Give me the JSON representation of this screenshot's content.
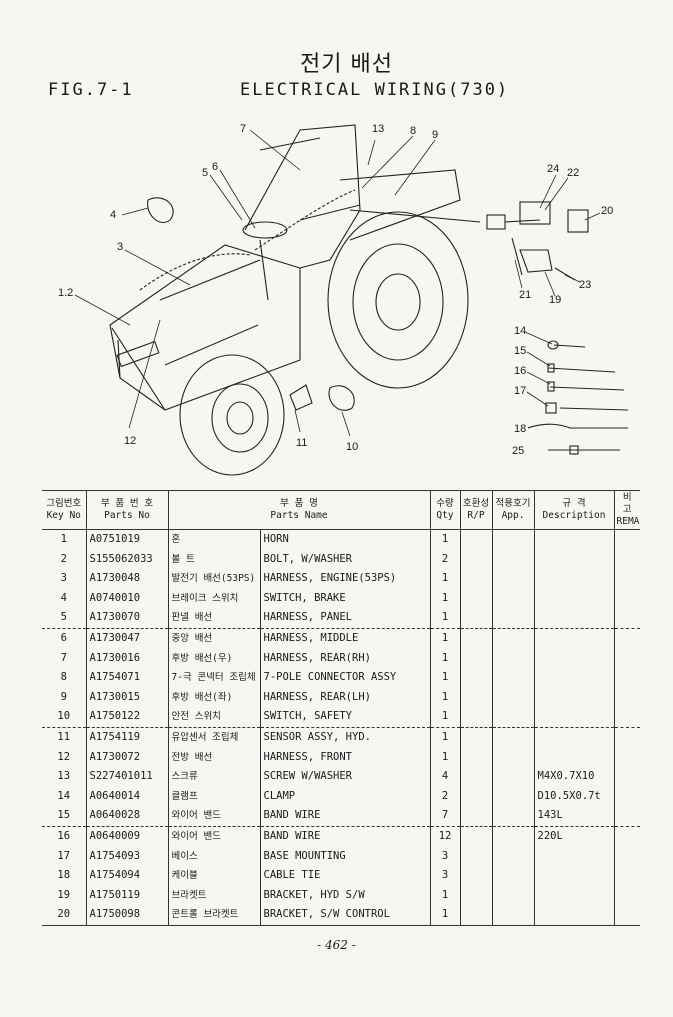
{
  "header": {
    "title_ko": "전기 배선",
    "fig": "FIG.7-1",
    "title_en": "ELECTRICAL WIRING(730)"
  },
  "diagram": {
    "callouts": [
      "7",
      "13",
      "8",
      "9",
      "5",
      "6",
      "4",
      "3",
      "24",
      "22",
      "20",
      "1.2",
      "21",
      "19",
      "23",
      "14",
      "15",
      "16",
      "17",
      "18",
      "25",
      "12",
      "11",
      "10"
    ]
  },
  "table": {
    "headers": {
      "key_no": [
        "그림번호",
        "Key No"
      ],
      "part_no": [
        "부 품 번 호",
        "Parts No"
      ],
      "part_name": [
        "부 품 명",
        "Parts Name"
      ],
      "qty": [
        "수량",
        "Qty"
      ],
      "rp": [
        "호환성",
        "R/P"
      ],
      "app": [
        "적용호기",
        "App."
      ],
      "desc": [
        "규 격",
        "Description"
      ],
      "remark": [
        "비 고",
        "REMA"
      ]
    },
    "rows": [
      {
        "key": "1",
        "part_no": "A0751019",
        "name_ko": "혼",
        "name_en": "HORN",
        "qty": "1",
        "desc": ""
      },
      {
        "key": "2",
        "part_no": "S155062033",
        "name_ko": "볼 트",
        "name_en": "BOLT, W/WASHER",
        "qty": "2",
        "desc": ""
      },
      {
        "key": "3",
        "part_no": "A1730048",
        "name_ko": "발전기 배선(53PS)",
        "name_en": "HARNESS, ENGINE(53PS)",
        "qty": "1",
        "desc": ""
      },
      {
        "key": "4",
        "part_no": "A0740010",
        "name_ko": "브레이크 스위치",
        "name_en": "SWITCH, BRAKE",
        "qty": "1",
        "desc": ""
      },
      {
        "key": "5",
        "part_no": "A1730070",
        "name_ko": "판넬 배선",
        "name_en": "HARNESS, PANEL",
        "qty": "1",
        "desc": ""
      },
      {
        "key": "6",
        "part_no": "A1730047",
        "name_ko": "중앙 배선",
        "name_en": "HARNESS, MIDDLE",
        "qty": "1",
        "desc": ""
      },
      {
        "key": "7",
        "part_no": "A1730016",
        "name_ko": "후방 배선(우)",
        "name_en": "HARNESS, REAR(RH)",
        "qty": "1",
        "desc": ""
      },
      {
        "key": "8",
        "part_no": "A1754071",
        "name_ko": "7-극 콘넥터 조립체",
        "name_en": "7-POLE CONNECTOR ASSY",
        "qty": "1",
        "desc": ""
      },
      {
        "key": "9",
        "part_no": "A1730015",
        "name_ko": "후방 배선(좌)",
        "name_en": "HARNESS, REAR(LH)",
        "qty": "1",
        "desc": ""
      },
      {
        "key": "10",
        "part_no": "A1750122",
        "name_ko": "안전 스위치",
        "name_en": "SWITCH, SAFETY",
        "qty": "1",
        "desc": ""
      },
      {
        "key": "11",
        "part_no": "A1754119",
        "name_ko": "유압센서 조립체",
        "name_en": "SENSOR ASSY, HYD.",
        "qty": "1",
        "desc": ""
      },
      {
        "key": "12",
        "part_no": "A1730072",
        "name_ko": "전방 배선",
        "name_en": "HARNESS, FRONT",
        "qty": "1",
        "desc": ""
      },
      {
        "key": "13",
        "part_no": "S227401011",
        "name_ko": "스크류",
        "name_en": "SCREW W/WASHER",
        "qty": "4",
        "desc": "M4X0.7X10"
      },
      {
        "key": "14",
        "part_no": "A0640014",
        "name_ko": "클램프",
        "name_en": "CLAMP",
        "qty": "2",
        "desc": "D10.5X0.7t"
      },
      {
        "key": "15",
        "part_no": "A0640028",
        "name_ko": "와이어 밴드",
        "name_en": "BAND WIRE",
        "qty": "7",
        "desc": "143L"
      },
      {
        "key": "16",
        "part_no": "A0640009",
        "name_ko": "와이어 밴드",
        "name_en": "BAND WIRE",
        "qty": "12",
        "desc": "220L"
      },
      {
        "key": "17",
        "part_no": "A1754093",
        "name_ko": "베이스",
        "name_en": "BASE MOUNTING",
        "qty": "3",
        "desc": ""
      },
      {
        "key": "18",
        "part_no": "A1754094",
        "name_ko": "케이블",
        "name_en": "CABLE TIE",
        "qty": "3",
        "desc": ""
      },
      {
        "key": "19",
        "part_no": "A1750119",
        "name_ko": "브라켓트",
        "name_en": "BRACKET, HYD S/W",
        "qty": "1",
        "desc": ""
      },
      {
        "key": "20",
        "part_no": "A1750098",
        "name_ko": "콘트롤 브라켓트",
        "name_en": "BRACKET, S/W CONTROL",
        "qty": "1",
        "desc": ""
      }
    ]
  },
  "footer": {
    "page": "- 462 -"
  }
}
